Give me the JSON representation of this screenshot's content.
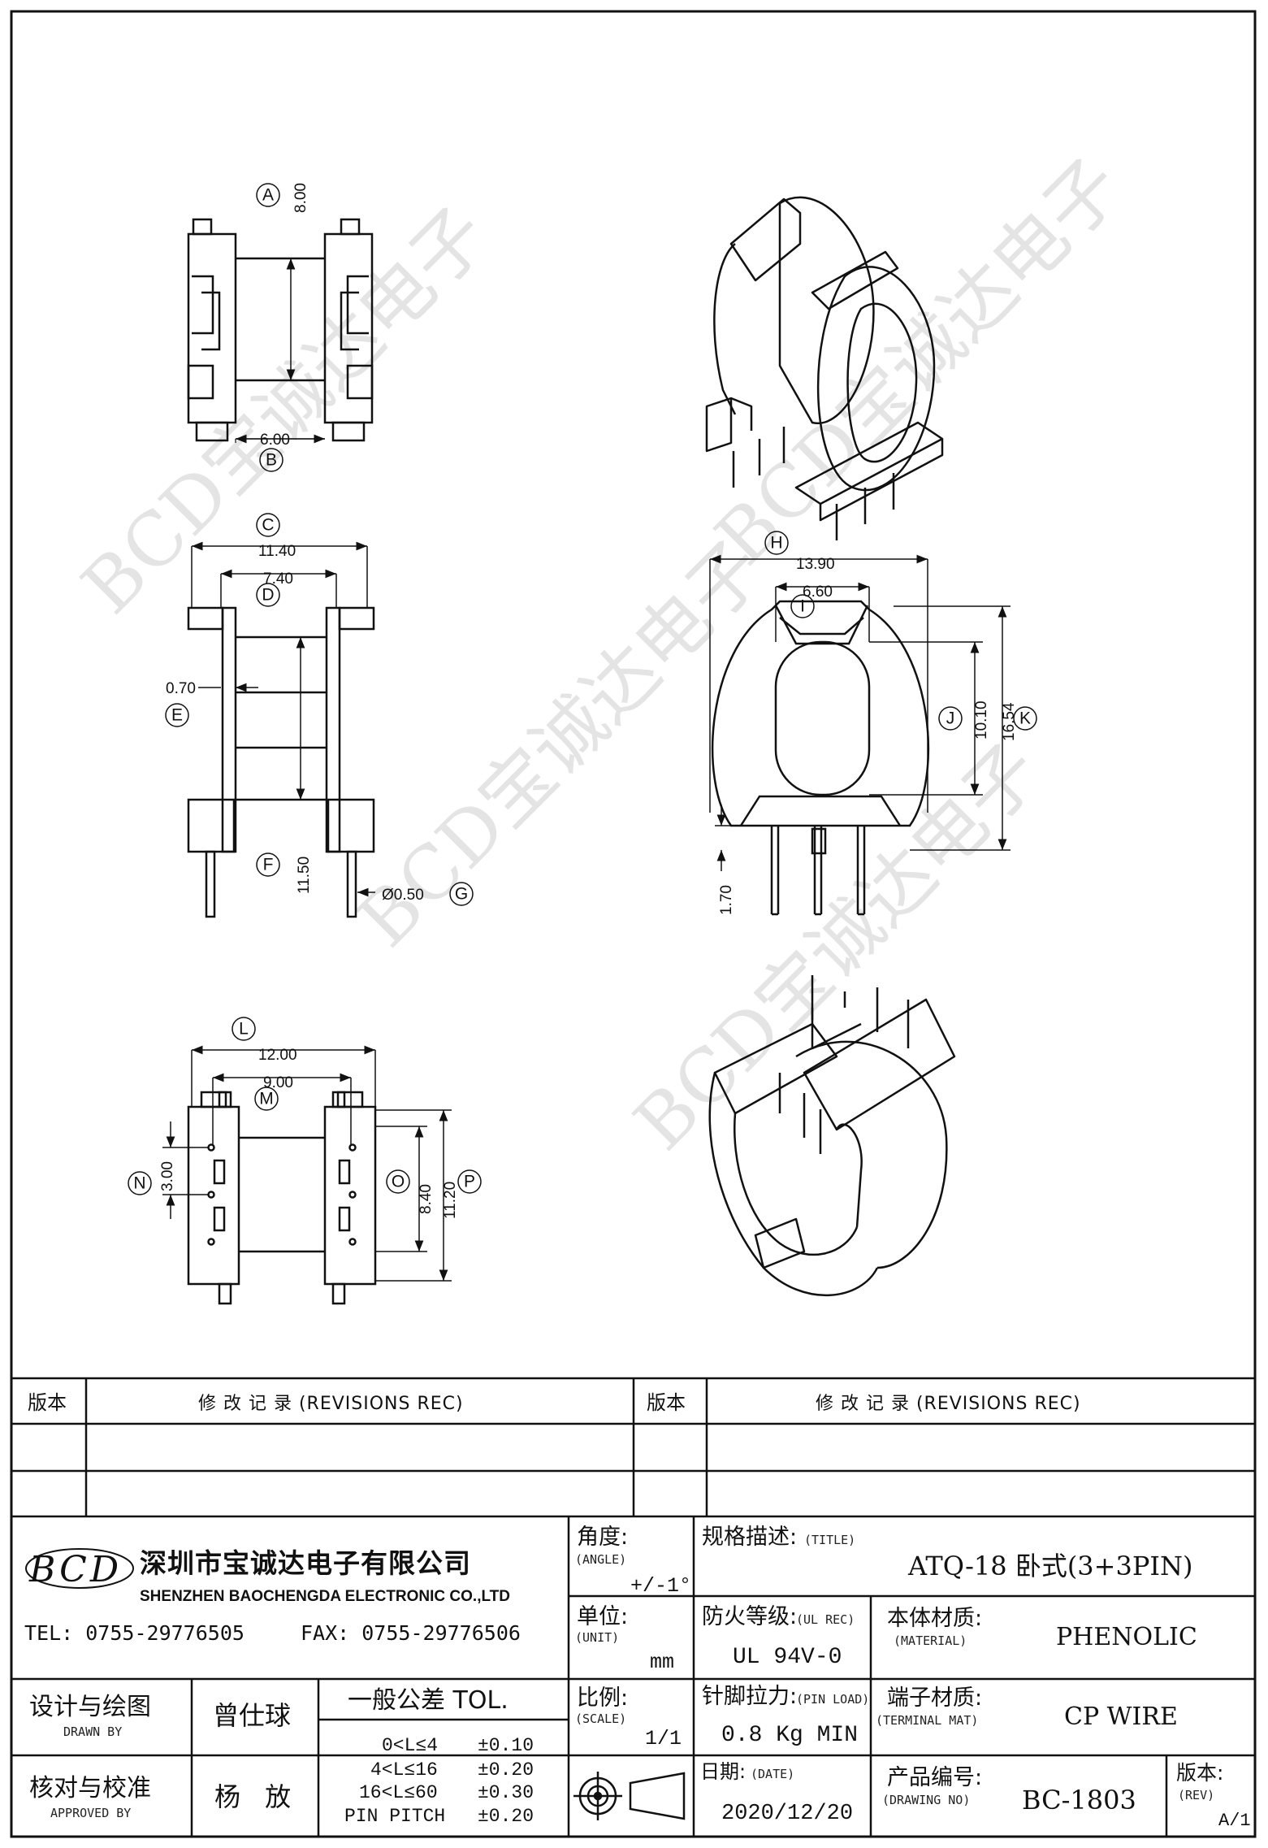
{
  "views": {
    "callouts": {
      "A": "A",
      "B": "B",
      "C": "C",
      "D": "D",
      "E": "E",
      "F": "F",
      "G": "G",
      "H": "H",
      "I": "I",
      "J": "J",
      "K": "K",
      "L": "L",
      "M": "M",
      "N": "N",
      "O": "O",
      "P": "P"
    },
    "dims": {
      "A": "8.00",
      "B": "6.00",
      "C": "11.40",
      "D": "7.40",
      "E": "0.70",
      "F": "11.50",
      "G": "Ø0.50",
      "H": "13.90",
      "I": "6.60",
      "J": "10.10",
      "K": "16.54",
      "pin_h": "1.70",
      "L": "12.00",
      "M": "9.00",
      "N": "3.00",
      "O": "8.40",
      "P": "11.20"
    }
  },
  "watermark": {
    "text": "BCD宝诚达电子"
  },
  "revisions": {
    "rev_label": "版本",
    "record_label": "修 改 记 录 (REVISIONS REC)"
  },
  "company": {
    "logo": "BCD",
    "name_cn": "深圳市宝诚达电子有限公司",
    "name_en": "SHENZHEN BAOCHENGDA ELECTRONIC CO.,LTD",
    "tel": "TEL: 0755-29776505",
    "fax": "FAX: 0755-29776506"
  },
  "title_block": {
    "angle_label": "角度:",
    "angle_en": "(ANGLE)",
    "angle_value": "+/-1°",
    "title_label": "规格描述:",
    "title_en": "(TITLE)",
    "title_value": "ATQ-18 卧式(3+3PIN)",
    "unit_label": "单位:",
    "unit_en": "(UNIT)",
    "unit_value": "mm",
    "fire_label": "防火等级:",
    "fire_en": "(UL REC)",
    "fire_value": "UL 94V-0",
    "material_label": "本体材质:",
    "material_en": "(MATERIAL)",
    "material_value": "PHENOLIC",
    "scale_label": "比例:",
    "scale_en": "(SCALE)",
    "scale_value": "1/1",
    "pinload_label": "针脚拉力:",
    "pinload_en": "(PIN LOAD)",
    "pinload_value": "0.8 Kg MIN",
    "terminal_label": "端子材质:",
    "terminal_en": "(TERMINAL MAT)",
    "terminal_value": "CP WIRE",
    "date_label": "日期:",
    "date_en": "(DATE)",
    "date_value": "2020/12/20",
    "drawing_label": "产品编号:",
    "drawing_en": "(DRAWING NO)",
    "drawing_value": "BC-1803",
    "rev_label": "版本:",
    "rev_en": "(REV)",
    "rev_value": "A/1",
    "designer_label": "设计与绘图",
    "designer_en": "DRAWN BY",
    "designer_name": "曾仕球",
    "checker_label": "核对与校准",
    "checker_en": "APPROVED BY",
    "checker_name": "杨 放",
    "tol_title": "一般公差 TOL.",
    "tol_rows": [
      {
        "range": "0<L≤4",
        "value": "±0.10"
      },
      {
        "range": "4<L≤16",
        "value": "±0.20"
      },
      {
        "range": "16<L≤60",
        "value": "±0.30"
      },
      {
        "range": "PIN PITCH",
        "value": "±0.20"
      }
    ]
  }
}
